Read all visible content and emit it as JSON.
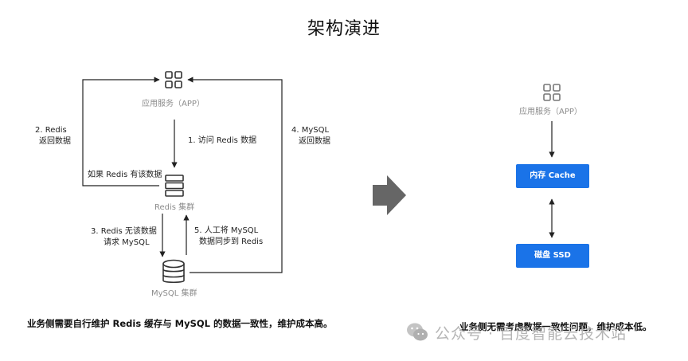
{
  "title": "架构演进",
  "left": {
    "app_label": "应用服务（APP）",
    "redis_label": "Redis 集群",
    "mysql_label": "MySQL 集群",
    "step1": "1. 访问 Redis 数据",
    "step2": [
      "2. Redis",
      "返回数据"
    ],
    "if_redis_has": "如果 Redis 有该数据",
    "step3": [
      "3. Redis 无该数据",
      "请求 MySQL"
    ],
    "step4": [
      "4. MySQL",
      "返回数据"
    ],
    "step5": [
      "5. 人工将 MySQL",
      "数据同步到 Redis"
    ],
    "caption": "业务侧需要自行维护 Redis 缓存与 MySQL 的数据一致性，维护成本高。"
  },
  "right": {
    "app_label": "应用服务（APP）",
    "cache_box": "内存 Cache",
    "ssd_box": "磁盘 SSD",
    "caption": "业务侧无需考虑数据一致性问题，维护成本低。"
  },
  "watermark": "公众号 · 百度智能云技术站",
  "colors": {
    "accent": "#1a73e8",
    "arrow": "#666666",
    "line": "#222222"
  }
}
